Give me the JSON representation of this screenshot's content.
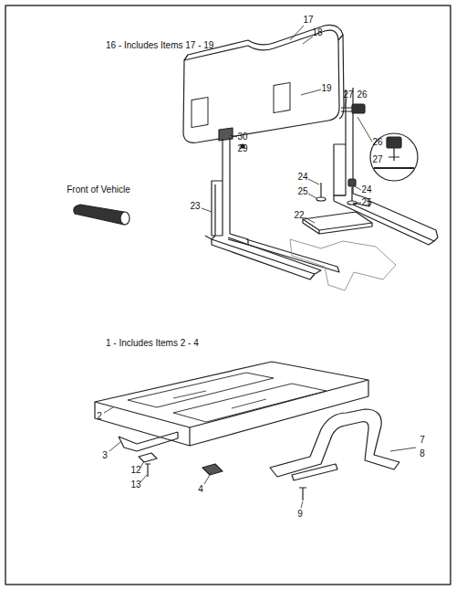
{
  "diagram": {
    "labels": [
      "16 - Includes Items 17 - 19",
      "17",
      "18",
      "19",
      "27",
      "26",
      "30",
      "29",
      "Front of Vehicle",
      "23",
      "26",
      "27",
      "24",
      "25",
      "24",
      "25",
      "22",
      "1 - Includes Items 2 - 4",
      "2",
      "7",
      "8",
      "3",
      "12",
      "13",
      "4",
      "9"
    ]
  }
}
